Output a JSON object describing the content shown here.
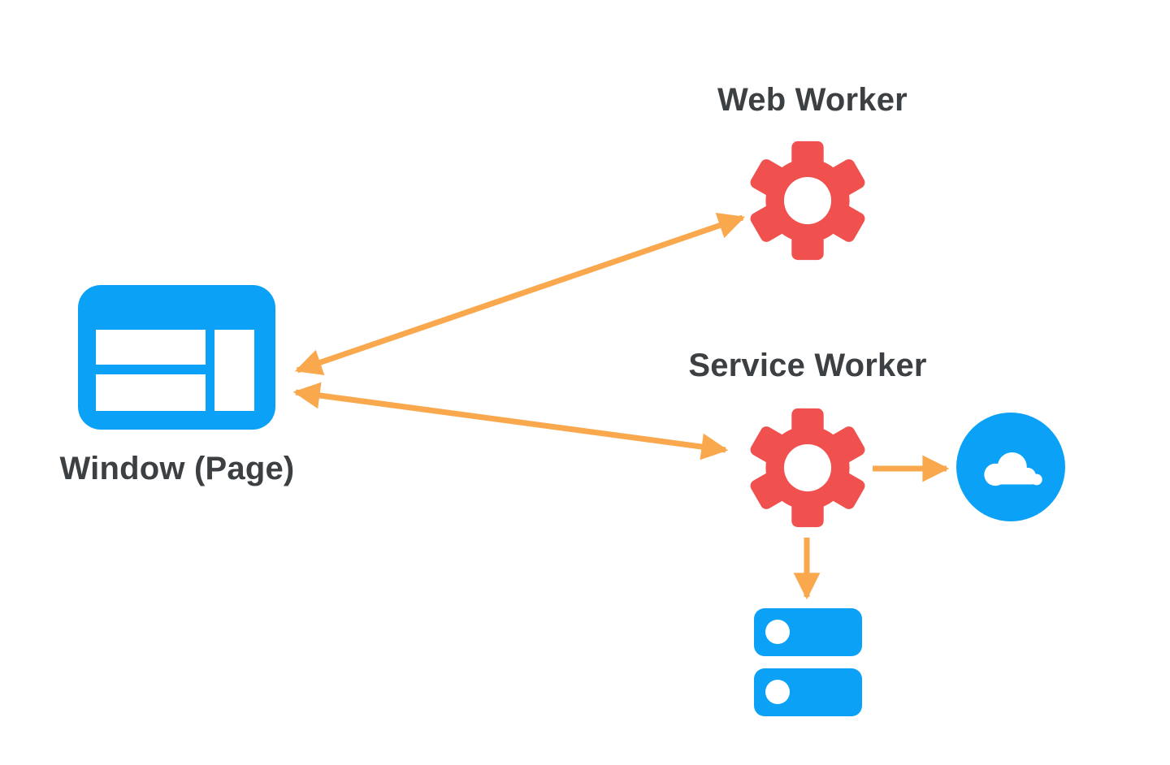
{
  "diagram": {
    "nodes": {
      "window": {
        "label": "Window (Page)",
        "icon": "browser-window-icon",
        "color": "#0aa1f7"
      },
      "web_worker": {
        "label": "Web Worker",
        "icon": "gear-icon",
        "color": "#f0514f"
      },
      "service_worker": {
        "label": "Service Worker",
        "icon": "gear-icon",
        "color": "#f0514f"
      },
      "network": {
        "icon": "cloud-icon",
        "color": "#0aa1f7"
      },
      "storage": {
        "icon": "server-stack-icon",
        "color": "#0aa1f7"
      }
    },
    "edges": [
      {
        "from": "window",
        "to": "web_worker",
        "direction": "bidirectional"
      },
      {
        "from": "window",
        "to": "service_worker",
        "direction": "bidirectional"
      },
      {
        "from": "service_worker",
        "to": "network",
        "direction": "forward"
      },
      {
        "from": "service_worker",
        "to": "storage",
        "direction": "forward"
      }
    ],
    "colors": {
      "background": "#ffffff",
      "node_blue": "#0aa1f7",
      "gear_red": "#f0514f",
      "arrow_orange": "#f9a84d",
      "label_text": "#3c4043"
    }
  }
}
